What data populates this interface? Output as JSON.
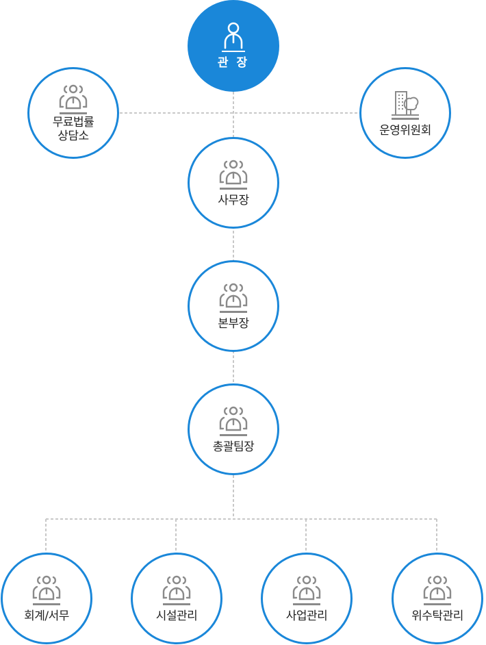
{
  "colors": {
    "accent": "#1a87d9",
    "icon": "#8a8a8a",
    "line": "#c8c8c8"
  },
  "top": {
    "label": "관 장",
    "icon": "person-icon"
  },
  "left": {
    "label_line1": "무료법률",
    "label_line2": "상담소",
    "icon": "group-icon"
  },
  "right": {
    "label": "운영위원회",
    "icon": "building-tree-icon"
  },
  "chain": [
    {
      "label": "사무장",
      "icon": "group-icon"
    },
    {
      "label": "본부장",
      "icon": "group-icon"
    },
    {
      "label": "총괄팀장",
      "icon": "group-icon"
    }
  ],
  "teams": [
    {
      "label": "회계/서무",
      "icon": "group-icon"
    },
    {
      "label": "시설관리",
      "icon": "group-icon"
    },
    {
      "label": "사업관리",
      "icon": "group-icon"
    },
    {
      "label": "위수탁관리",
      "icon": "group-icon"
    }
  ]
}
